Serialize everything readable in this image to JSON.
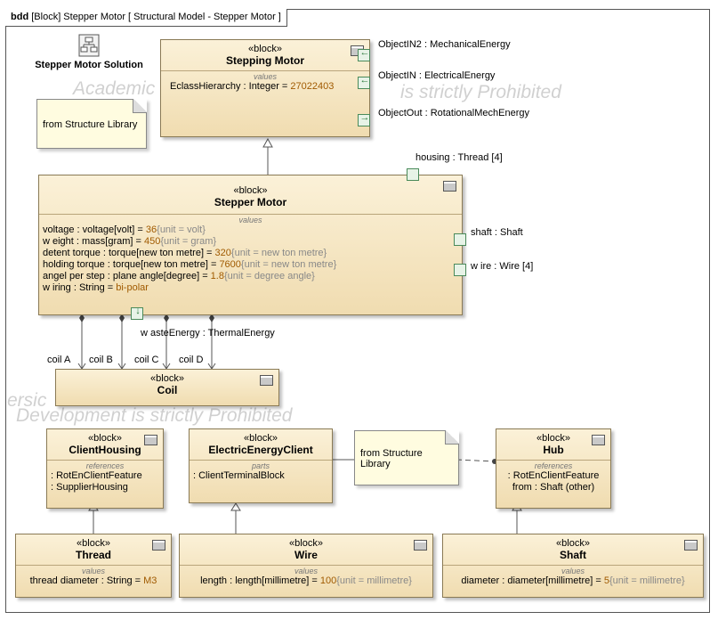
{
  "frame": {
    "kind": "bdd",
    "title": "[Block] Stepper Motor [ Structural Model - Stepper Motor ]"
  },
  "watermark": [
    "Academic",
    "is strictly Prohibited",
    "ersic",
    "Development is strictly Prohibited"
  ],
  "solution": {
    "name": "Stepper Motor Solution"
  },
  "notes": [
    "from Structure Library",
    "from Structure Library"
  ],
  "stereotype": "«block»",
  "stepping_motor": {
    "name": "Stepping Motor",
    "section": "values",
    "attr": "EclassHierarchy : Integer = ",
    "value": "27022403"
  },
  "ports_top": [
    "ObjectIN2 : MechanicalEnergy",
    "ObjectIN : ElectricalEnergy",
    "ObjectOut : RotationalMechEnergy"
  ],
  "stepper_motor": {
    "name": "Stepper Motor",
    "section": "values",
    "rows": [
      {
        "a": "voltage : voltage[volt] = ",
        "v": "36",
        "u": "{unit = volt}"
      },
      {
        "a": "w eight : mass[gram] = ",
        "v": "450",
        "u": "{unit = gram}"
      },
      {
        "a": "detent torque : torque[new ton metre] = ",
        "v": "320",
        "u": "{unit = new ton metre}"
      },
      {
        "a": "holding torque : torque[new ton metre] = ",
        "v": "7600",
        "u": "{unit = new ton metre}"
      },
      {
        "a": "angel per step : plane angle[degree] = ",
        "v": "1.8",
        "u": "{unit = degree angle}"
      },
      {
        "a": "w iring : String = ",
        "v": "bi-polar",
        "u": ""
      }
    ]
  },
  "ports_side": {
    "housing": "housing : Thread [4]",
    "shaft": "shaft : Shaft",
    "wire": "w ire : Wire [4]",
    "waste": "w asteEnergy : ThermalEnergy"
  },
  "coil_labels": [
    "coil A",
    "coil B",
    "coil C",
    "coil D"
  ],
  "coil": {
    "name": "Coil"
  },
  "client_housing": {
    "name": "ClientHousing",
    "section": "references",
    "rows": [
      ": RotEnClientFeature",
      ": SupplierHousing"
    ]
  },
  "electric": {
    "name": "ElectricEnergyClient",
    "section": "parts",
    "rows": [
      ": ClientTerminalBlock"
    ]
  },
  "hub": {
    "name": "Hub",
    "section": "references",
    "rows": [
      ": RotEnClientFeature",
      "from : Shaft (other)"
    ]
  },
  "thread": {
    "name": "Thread",
    "section": "values",
    "attr": "thread diameter : String = ",
    "value": "M3",
    "unit": ""
  },
  "wire": {
    "name": "Wire",
    "section": "values",
    "attr": "length : length[millimetre] = ",
    "value": "100",
    "unit": "{unit = millimetre}"
  },
  "shaft": {
    "name": "Shaft",
    "section": "values",
    "attr": "diameter : diameter[millimetre] = ",
    "value": "5",
    "unit": "{unit = millimetre}"
  }
}
